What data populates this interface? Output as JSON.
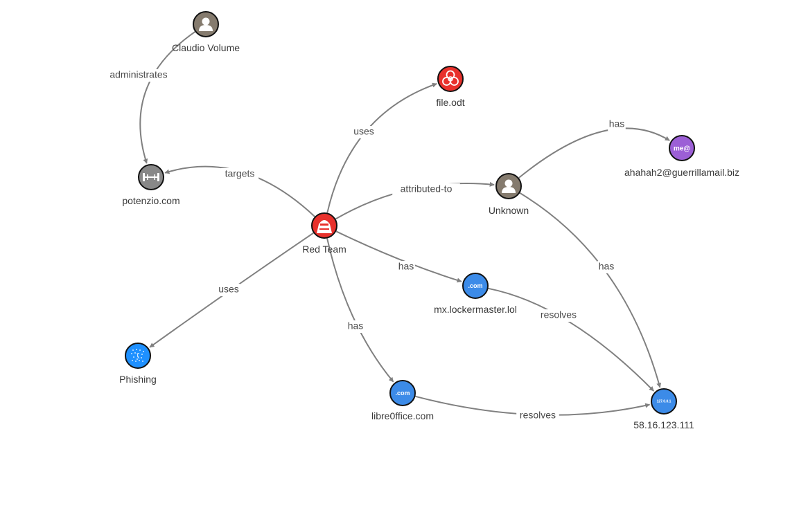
{
  "nodes": [
    {
      "id": "claudio",
      "label": "Claudio Volume",
      "type": "identity",
      "color": "#857b6e",
      "icon": "person-icon"
    },
    {
      "id": "potenzio",
      "label": "potenzio.com",
      "type": "infrastructure",
      "color": "#888888",
      "icon": "infrastructure-icon"
    },
    {
      "id": "file",
      "label": "file.odt",
      "type": "malware",
      "color": "#e8312c",
      "icon": "biohazard-icon"
    },
    {
      "id": "redteam",
      "label": "Red Team",
      "type": "intrusion-set",
      "color": "#e8312c",
      "icon": "hooded-figure-icon"
    },
    {
      "id": "unknown",
      "label": "Unknown",
      "type": "identity",
      "color": "#857b6e",
      "icon": "person-icon"
    },
    {
      "id": "email",
      "label": "ahahah2@guerrillamail.biz",
      "type": "email-addr",
      "color": "#9c5fd6",
      "icon": "email-icon",
      "icon_text": "me@"
    },
    {
      "id": "mx",
      "label": "mx.lockermaster.lol",
      "type": "domain-name",
      "color": "#3c8be8",
      "icon": "domain-icon",
      "icon_text": ".com"
    },
    {
      "id": "phishing",
      "label": "Phishing",
      "type": "attack-pattern",
      "color": "#1e90ff",
      "icon": "attack-pattern-icon"
    },
    {
      "id": "libre",
      "label": "libre0ffice.com",
      "type": "domain-name",
      "color": "#3c8be8",
      "icon": "domain-icon",
      "icon_text": ".com"
    },
    {
      "id": "ip",
      "label": "58.16.123.111",
      "type": "ipv4-addr",
      "color": "#3c8be8",
      "icon": "ip-address-icon",
      "icon_text": "127.0.0.1"
    }
  ],
  "edges": [
    {
      "source": "claudio",
      "target": "potenzio",
      "label": "administrates"
    },
    {
      "source": "redteam",
      "target": "potenzio",
      "label": "targets"
    },
    {
      "source": "redteam",
      "target": "file",
      "label": "uses"
    },
    {
      "source": "redteam",
      "target": "unknown",
      "label": "attributed-to"
    },
    {
      "source": "unknown",
      "target": "email",
      "label": "has"
    },
    {
      "source": "unknown",
      "target": "ip",
      "label": "has"
    },
    {
      "source": "redteam",
      "target": "phishing",
      "label": "uses"
    },
    {
      "source": "redteam",
      "target": "mx",
      "label": "has"
    },
    {
      "source": "redteam",
      "target": "libre",
      "label": "has"
    },
    {
      "source": "mx",
      "target": "ip",
      "label": "resolves"
    },
    {
      "source": "libre",
      "target": "ip",
      "label": "resolves"
    }
  ],
  "colors": {
    "edge": "#808080",
    "ring": "#111111",
    "label": "#3a3a3a"
  }
}
